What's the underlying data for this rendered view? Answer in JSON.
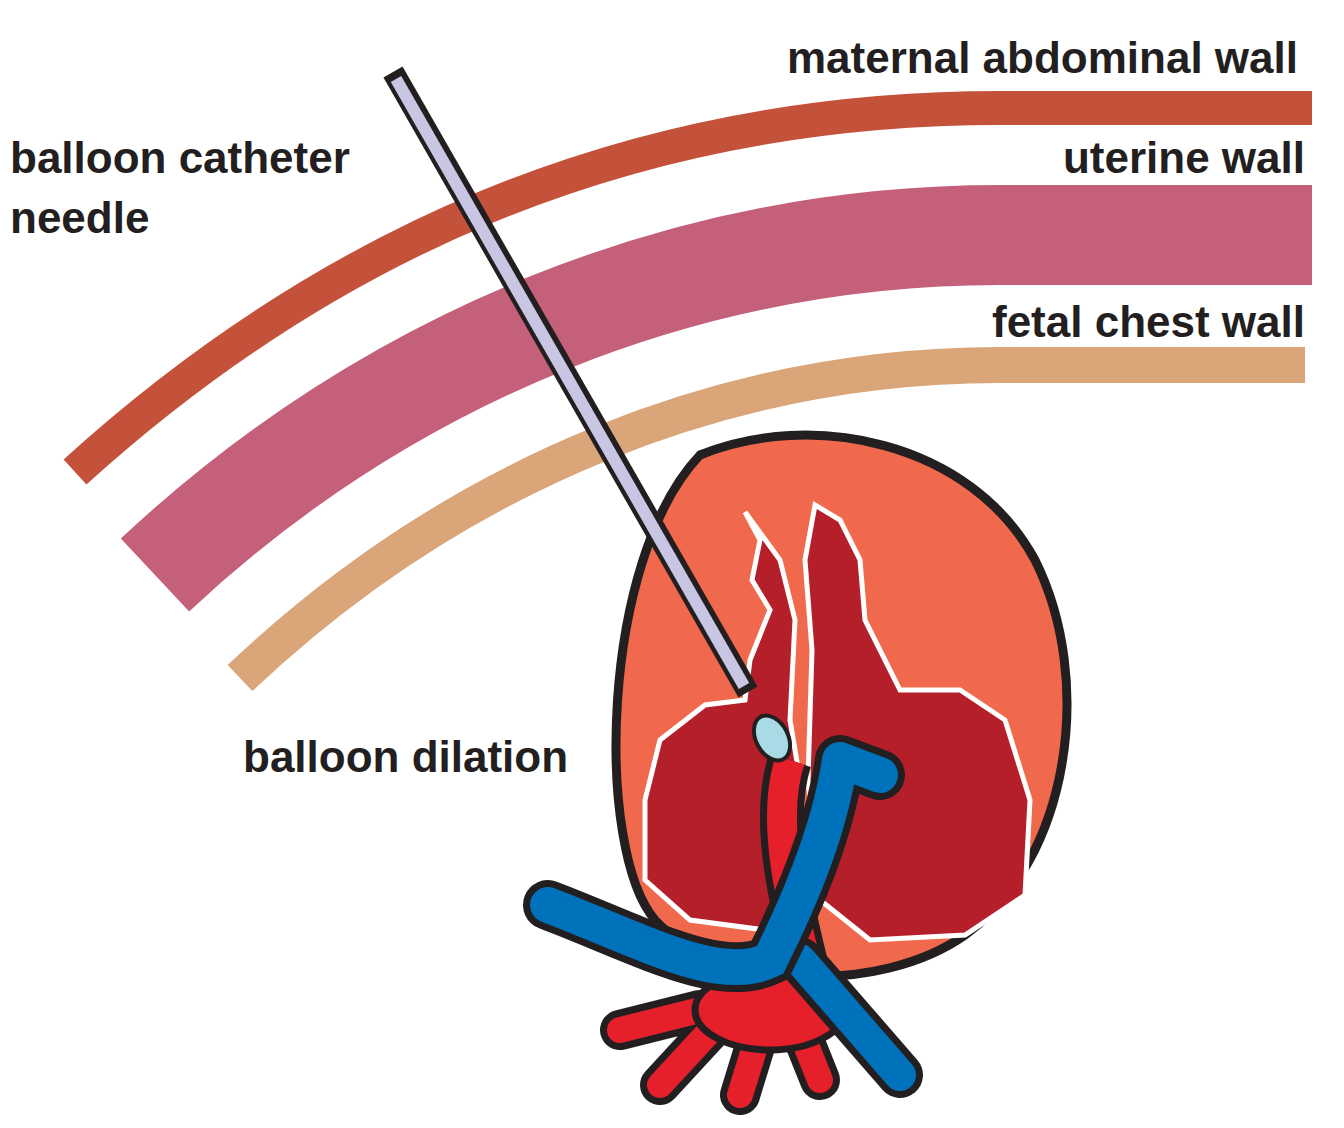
{
  "diagram": {
    "labels": [
      "maternal abdominal wall",
      "uterine wall",
      "fetal chest wall",
      "balloon catheter needle",
      "balloon dilation"
    ]
  }
}
